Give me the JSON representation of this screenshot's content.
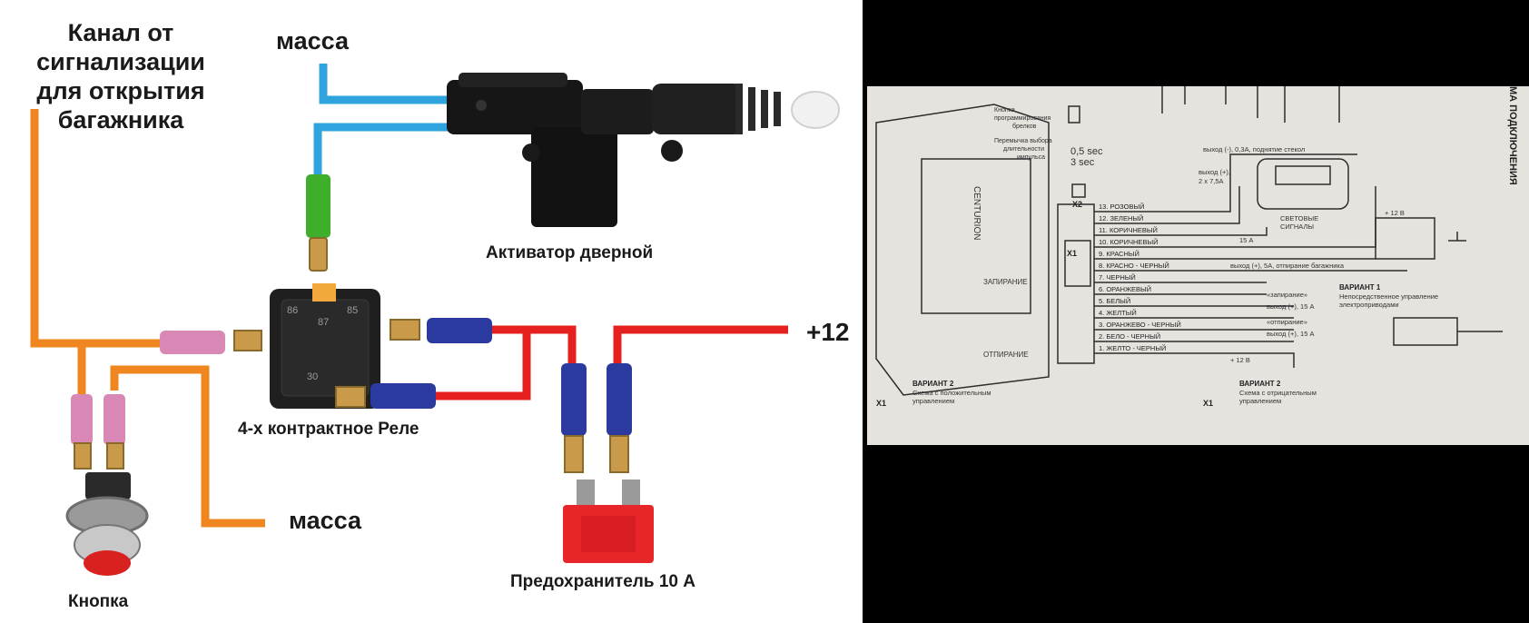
{
  "left_diagram": {
    "channel_label": [
      "Канал от",
      "сигнализации",
      "для открытия",
      "багажника"
    ],
    "ground_top": "масса",
    "ground_bottom": "масса",
    "actuator_label": "Активатор дверной",
    "relay_label": "4-х контрактное Реле",
    "relay_pins": [
      "86",
      "87",
      "85",
      "30"
    ],
    "plus12": "+12",
    "button_label": "Кнопка",
    "fuse_label": "Предохранитель 10 А",
    "colors": {
      "orange": "#f0861f",
      "blue": "#2ea3de",
      "red": "#e6201f",
      "pink": "#d987b4",
      "navy": "#2b3a9e",
      "green": "#3fae2a"
    }
  },
  "right_diagram": {
    "prog_button_note": [
      "Кнопка",
      "программирования",
      "брелков"
    ],
    "jumper_note": [
      "Перемычка выбора",
      "длительности",
      "импульса"
    ],
    "time_05": "0,5 sec",
    "time_3": "3 sec",
    "x2": "X2",
    "x1": "X1",
    "brand": "CENTURION",
    "lock": "ЗАПИРАНИЕ",
    "unlock": "ОТПИРАНИЕ",
    "side_title": "МА ПОДКЛЮЧЕНИЯ",
    "wires": [
      "13. РОЗОВЫЙ",
      "12. ЗЕЛЕНЫЙ",
      "11. КОРИЧНЕВЫЙ",
      "10. КОРИЧНЕВЫЙ",
      "9. КРАСНЫЙ",
      "8. КРАСНО - ЧЕРНЫЙ",
      "7. ЧЕРНЫЙ",
      "6. ОРАНЖЕВЫЙ",
      "5. БЕЛЫЙ",
      "4. ЖЕЛТЫЙ",
      "3. ОРАНЖЕВО - ЧЕРНЫЙ",
      "2. БЕЛО - ЧЕРНЫЙ",
      "1. ЖЕЛТО - ЧЕРНЫЙ"
    ],
    "out_windows": "выход (-), 0,3А, поднятие стекол",
    "out_lights": [
      "выход (+),",
      "2 х 7,5А"
    ],
    "light_signals": [
      "СВЕТОВЫЕ",
      "СИГНАЛЫ"
    ],
    "plus12b": "+ 12 В",
    "fuse15": "15 А",
    "out_trunk": "выход (+), 5А, отпирание багажника",
    "lock_q": "«запирание»",
    "out15_lock": "выход (+), 15 А",
    "unlock_q": "«отпирание»",
    "out15_unlock": "выход (+), 15 А",
    "variant1": "ВАРИАНТ 1",
    "variant1_desc": [
      "Непосредственное управление",
      "электроприводами"
    ],
    "plus12c": "+ 12 В",
    "variant2a_title": "ВАРИАНТ 2",
    "variant2a_desc": [
      "Схема с положительным",
      "управлением"
    ],
    "variant2b_title": "ВАРИАНТ 2",
    "variant2b_desc": [
      "Схема с отрицательным",
      "управлением"
    ]
  }
}
